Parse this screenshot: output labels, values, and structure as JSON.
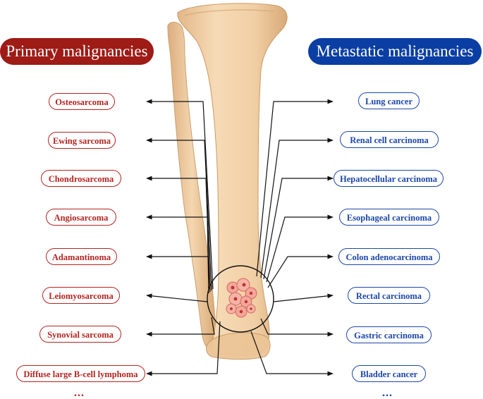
{
  "headers": {
    "primary": "Primary malignancies",
    "metastatic": "Metastatic malignancies"
  },
  "primary_items": [
    "Osteosarcoma",
    "Ewing sarcoma",
    "Chondrosarcoma",
    "Angiosarcoma",
    "Adamantinoma",
    "Leiomyosarcoma",
    "Synovial sarcoma",
    "Diffuse large B-cell lymphoma"
  ],
  "metastatic_items": [
    "Lung cancer",
    "Renal cell carcinoma",
    "Hepatocellular carcinoma",
    "Esophageal carcinoma",
    "Colon adenocarcinoma",
    "Rectal carcinoma",
    "Gastric carcinoma",
    "Bladder cancer"
  ],
  "ellipsis": "...",
  "colors": {
    "primary": "#9e1b16",
    "metastatic": "#0a3ea3",
    "bone": "#f1cfa5",
    "tumor": "#e88a7e"
  }
}
